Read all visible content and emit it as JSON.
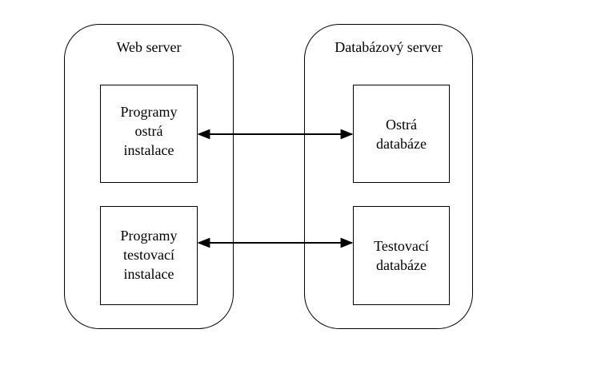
{
  "servers": {
    "web": {
      "title": "Web server",
      "boxes": {
        "production_programs": "Programy\nostrá\ninstalace",
        "test_programs": "Programy\ntestovací\ninstalace"
      }
    },
    "database": {
      "title": "Databázový server",
      "boxes": {
        "production_db": "Ostrá\ndatabáze",
        "test_db": "Testovací\ndatabáze"
      }
    }
  },
  "connections": [
    {
      "from": "production_programs",
      "to": "production_db",
      "direction": "bidirectional"
    },
    {
      "from": "test_programs",
      "to": "test_db",
      "direction": "bidirectional"
    }
  ],
  "colors": {
    "line": "#000000",
    "background": "#ffffff"
  }
}
